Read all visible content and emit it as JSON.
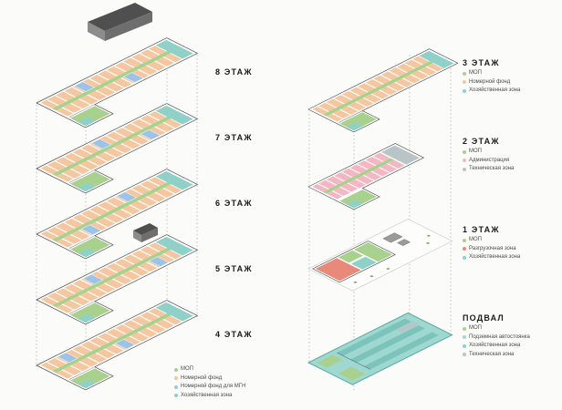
{
  "colors": {
    "mop": "#a9d18e",
    "rooms": "#f4c7a1",
    "rooms_mgn": "#9dc3e6",
    "household": "#8fd1c8",
    "admin": "#f4b6c2",
    "unloading": "#e8897a",
    "parking": "#9ed8d0",
    "tech": "#b9c4c7",
    "wall": "#4a4a4a",
    "roof": "#4f4f4f",
    "guide": "#9a9a9a"
  },
  "left_tower": {
    "floors": [
      {
        "label": "8 ЭТАЖ"
      },
      {
        "label": "7 ЭТАЖ"
      },
      {
        "label": "6 ЭТАЖ"
      },
      {
        "label": "5 ЭТАЖ"
      },
      {
        "label": "4 ЭТАЖ"
      }
    ],
    "legend": [
      {
        "label": "МОП",
        "color": "#a9d18e"
      },
      {
        "label": "Номерной фонд",
        "color": "#f4c7a1"
      },
      {
        "label": "Номерной фонд для МГН",
        "color": "#9dc3e6"
      },
      {
        "label": "Хозяйственная зона",
        "color": "#8fd1c8"
      }
    ]
  },
  "right_tower": {
    "floors": [
      {
        "label": "3 ЭТАЖ",
        "legend": [
          {
            "label": "МОП",
            "color": "#a9d18e"
          },
          {
            "label": "Номерной фонд",
            "color": "#f4c7a1"
          },
          {
            "label": "Хозяйственная зона",
            "color": "#8fd1c8"
          }
        ]
      },
      {
        "label": "2 ЭТАЖ",
        "legend": [
          {
            "label": "МОП",
            "color": "#a9d18e"
          },
          {
            "label": "Администрация",
            "color": "#f4b6c2"
          },
          {
            "label": "Техническая зона",
            "color": "#b9c4c7"
          }
        ]
      },
      {
        "label": "1 ЭТАЖ",
        "legend": [
          {
            "label": "МОП",
            "color": "#a9d18e"
          },
          {
            "label": "Разгрузочная зона",
            "color": "#e8897a"
          },
          {
            "label": "Хозяйственная зона",
            "color": "#8fd1c8"
          }
        ]
      },
      {
        "label": "ПОДВАЛ",
        "legend": [
          {
            "label": "МОП",
            "color": "#a9d18e"
          },
          {
            "label": "Подземная автостоянка",
            "color": "#9ed8d0"
          },
          {
            "label": "Хозяйственная зона",
            "color": "#8fd1c8"
          },
          {
            "label": "Техническая зона",
            "color": "#b9c4c7"
          }
        ]
      }
    ]
  }
}
